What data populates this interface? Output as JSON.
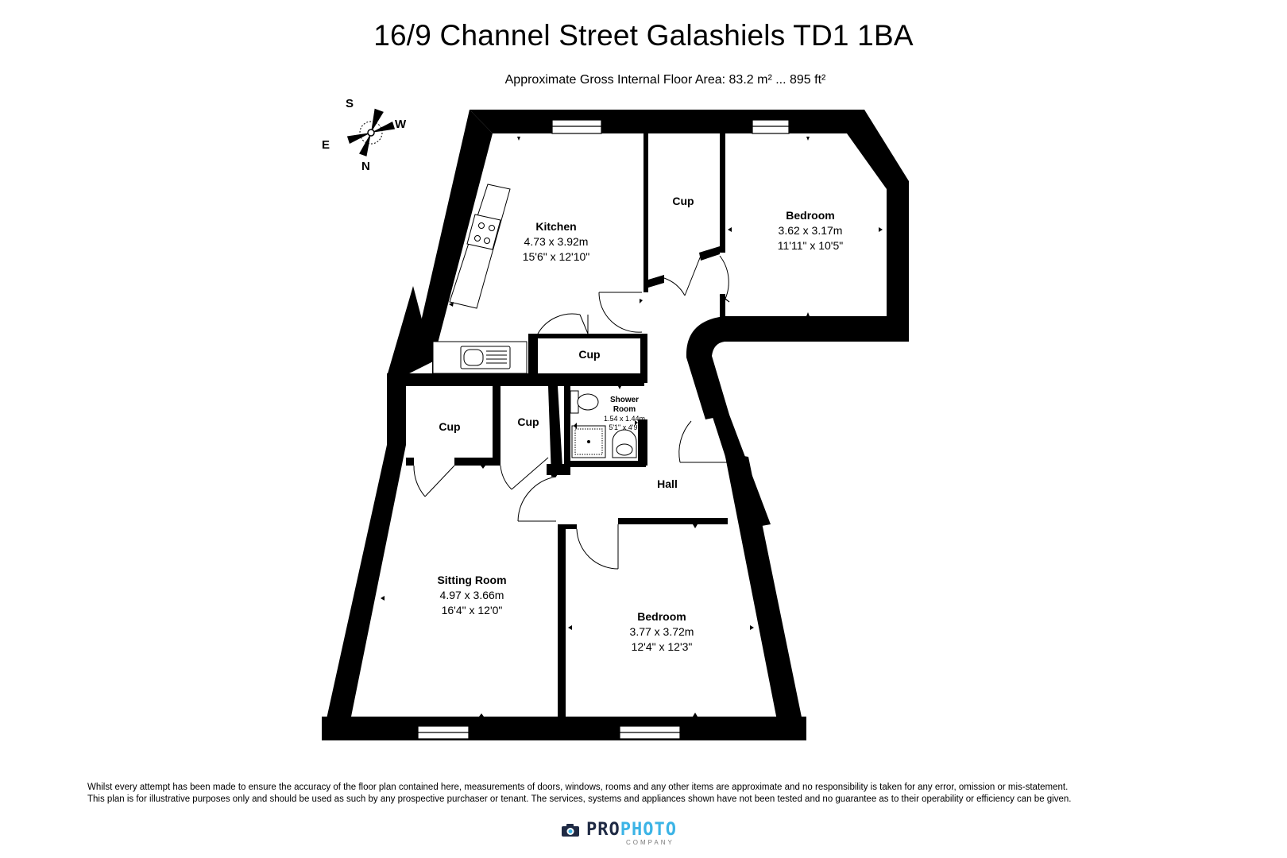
{
  "title": "16/9 Channel Street Galashiels TD1 1BA",
  "subtitle": "Approximate Gross Internal Floor Area: 83.2 m² ... 895 ft²",
  "compass": {
    "n": "N",
    "s": "S",
    "e": "E",
    "w": "W"
  },
  "rooms": {
    "kitchen": {
      "name": "Kitchen",
      "metric": "4.73 x 3.92m",
      "imperial": "15'6\" x 12'10\""
    },
    "bedroom1": {
      "name": "Bedroom",
      "metric": "3.62 x 3.17m",
      "imperial": "11'11\" x 10'5\""
    },
    "shower": {
      "name1": "Shower",
      "name2": "Room",
      "metric": "1.54 x 1.44m",
      "imperial": "5'1\" x 4'9\""
    },
    "sitting": {
      "name": "Sitting Room",
      "metric": "4.97 x 3.66m",
      "imperial": "16'4\" x 12'0\""
    },
    "bedroom2": {
      "name": "Bedroom",
      "metric": "3.77 x 3.72m",
      "imperial": "12'4\" x 12'3\""
    },
    "hall": {
      "name": "Hall"
    },
    "cup_top": {
      "name": "Cup"
    },
    "cup_kitchen": {
      "name": "Cup"
    },
    "cup_left": {
      "name": "Cup"
    },
    "cup_mid": {
      "name": "Cup"
    }
  },
  "disclaimer": {
    "line1": "Whilst every attempt has been made to ensure the accuracy of the floor plan contained here, measurements of doors, windows, rooms and any other items are approximate and no responsibility is taken for any error, omission or mis-statement.",
    "line2": "This plan is for illustrative purposes only and should be used as such by any prospective purchaser or tenant. The services, systems and appliances shown have not been tested and no guarantee as to their operability or efficiency can be given."
  },
  "logo": {
    "part1": "PRO",
    "part2": "PHOTO",
    "sub": "COMPANY"
  },
  "colors": {
    "wall": "#000000",
    "logo_dark": "#1f2a44",
    "logo_accent": "#3cb4e6"
  }
}
